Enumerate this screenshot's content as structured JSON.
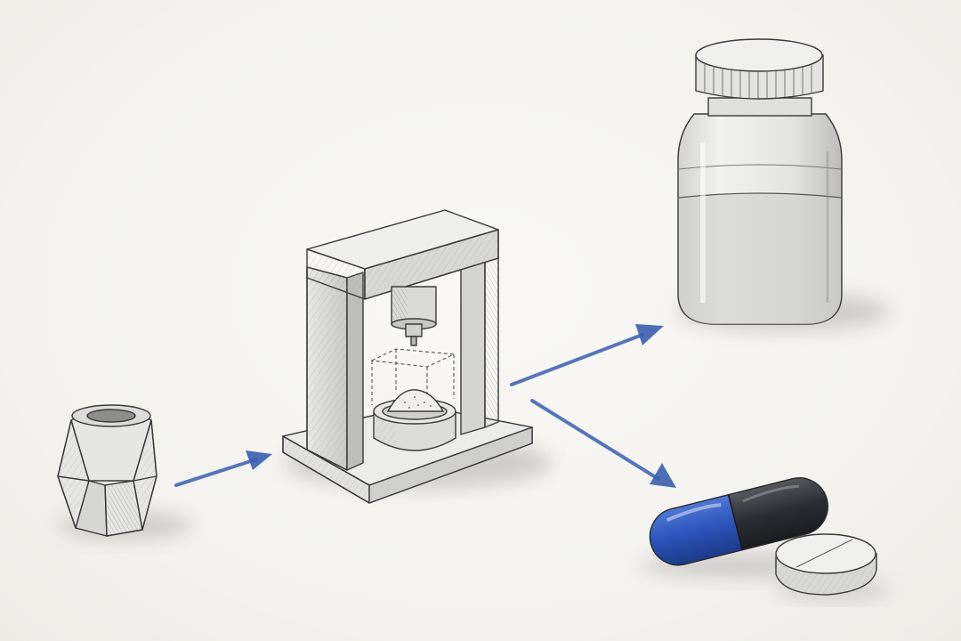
{
  "diagram": {
    "style": "pencil sketch illustration",
    "colors": {
      "paper": "#f6f5f2",
      "pencil": "#3a3a3a",
      "shade": "#8e8e8e",
      "arrow_blue": "#3a5fb0",
      "capsule_blue": "#2a52b8",
      "capsule_dark": "#2b2d33"
    },
    "nodes": [
      {
        "id": "bearing-ring",
        "icon": "hexagonal-ring-part-icon"
      },
      {
        "id": "press-machine",
        "icon": "powder-press-icon"
      },
      {
        "id": "supplement-bottle",
        "icon": "jar-icon"
      },
      {
        "id": "capsule",
        "icon": "capsule-icon"
      },
      {
        "id": "tablet",
        "icon": "tablet-icon"
      }
    ],
    "edges": [
      {
        "from": "bearing-ring",
        "to": "press-machine"
      },
      {
        "from": "press-machine",
        "to": "supplement-bottle"
      },
      {
        "from": "press-machine",
        "to": "capsule"
      }
    ]
  }
}
